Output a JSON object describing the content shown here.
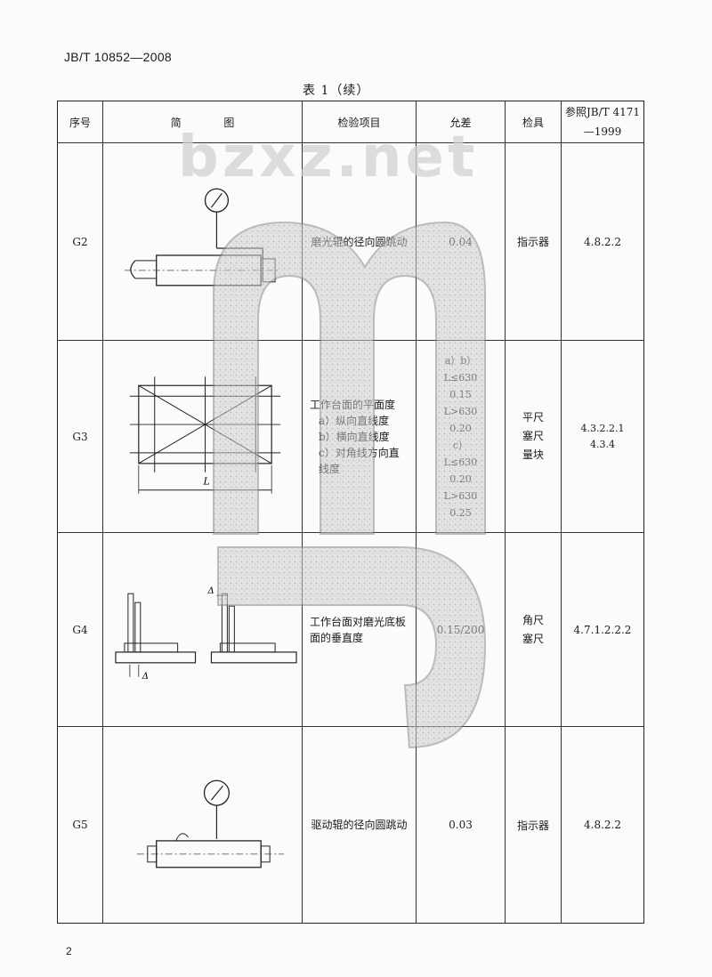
{
  "document": {
    "code": "JB/T 10852—2008",
    "page_number": "2"
  },
  "table": {
    "caption": "表 1（续）",
    "headers": {
      "seq": "序号",
      "figure": "简 图",
      "item": "检验项目",
      "tolerance": "允差",
      "tool": "检具",
      "ref_line1": "参照JB/T 4171",
      "ref_line2": "—1999"
    },
    "rows": [
      {
        "seq": "G2",
        "item": "磨光辊的径向圆跳动",
        "tolerance": [
          "0.04"
        ],
        "tools": [
          "指示器"
        ],
        "refs": [
          "4.8.2.2"
        ]
      },
      {
        "seq": "G3",
        "item_lines": [
          "工作台面的平面度",
          "a）纵向直线度",
          "b）横向直线度",
          "c）对角线方向直线度"
        ],
        "tolerance": [
          "a）b）",
          "L≤630",
          "0.15",
          "L>630",
          "0.20",
          "c）",
          "L≤630",
          "0.20",
          "L>630",
          "0.25"
        ],
        "tools": [
          "平尺",
          "塞尺",
          "量块"
        ],
        "refs": [
          "4.3.2.2.1",
          "4.3.4"
        ],
        "figure_label": "L"
      },
      {
        "seq": "G4",
        "item": "工作台面对磨光底板面的垂直度",
        "tolerance": [
          "0.15/200"
        ],
        "tools": [
          "角尺",
          "塞尺"
        ],
        "refs": [
          "4.7.1.2.2.2"
        ],
        "figure_label": "Δ"
      },
      {
        "seq": "G5",
        "item": "驱动辊的径向圆跳动",
        "tolerance": [
          "0.03"
        ],
        "tools": [
          "指示器"
        ],
        "refs": [
          "4.8.2.2"
        ]
      }
    ]
  },
  "watermark": {
    "text": "bzxz.net",
    "color": "#d2d2d2"
  }
}
